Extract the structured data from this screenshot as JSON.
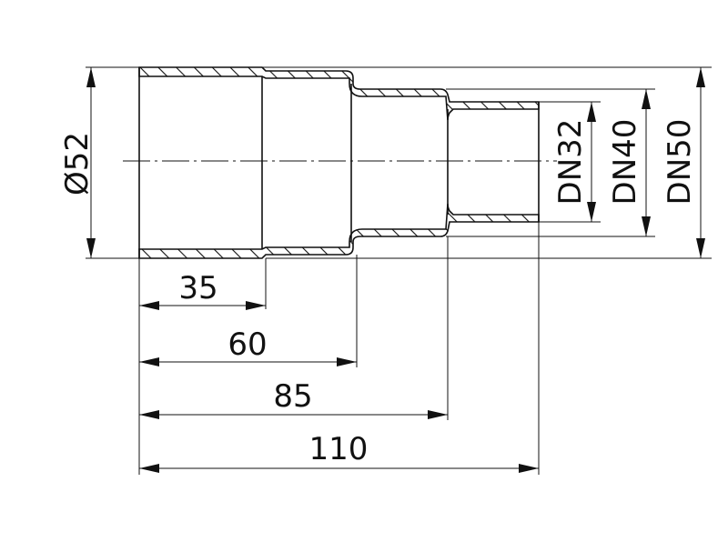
{
  "diagram": {
    "diameter_label": "Ø52",
    "dn_labels": [
      "DN32",
      "DN40",
      "DN50"
    ],
    "length_labels": [
      "35",
      "60",
      "85",
      "110"
    ]
  }
}
